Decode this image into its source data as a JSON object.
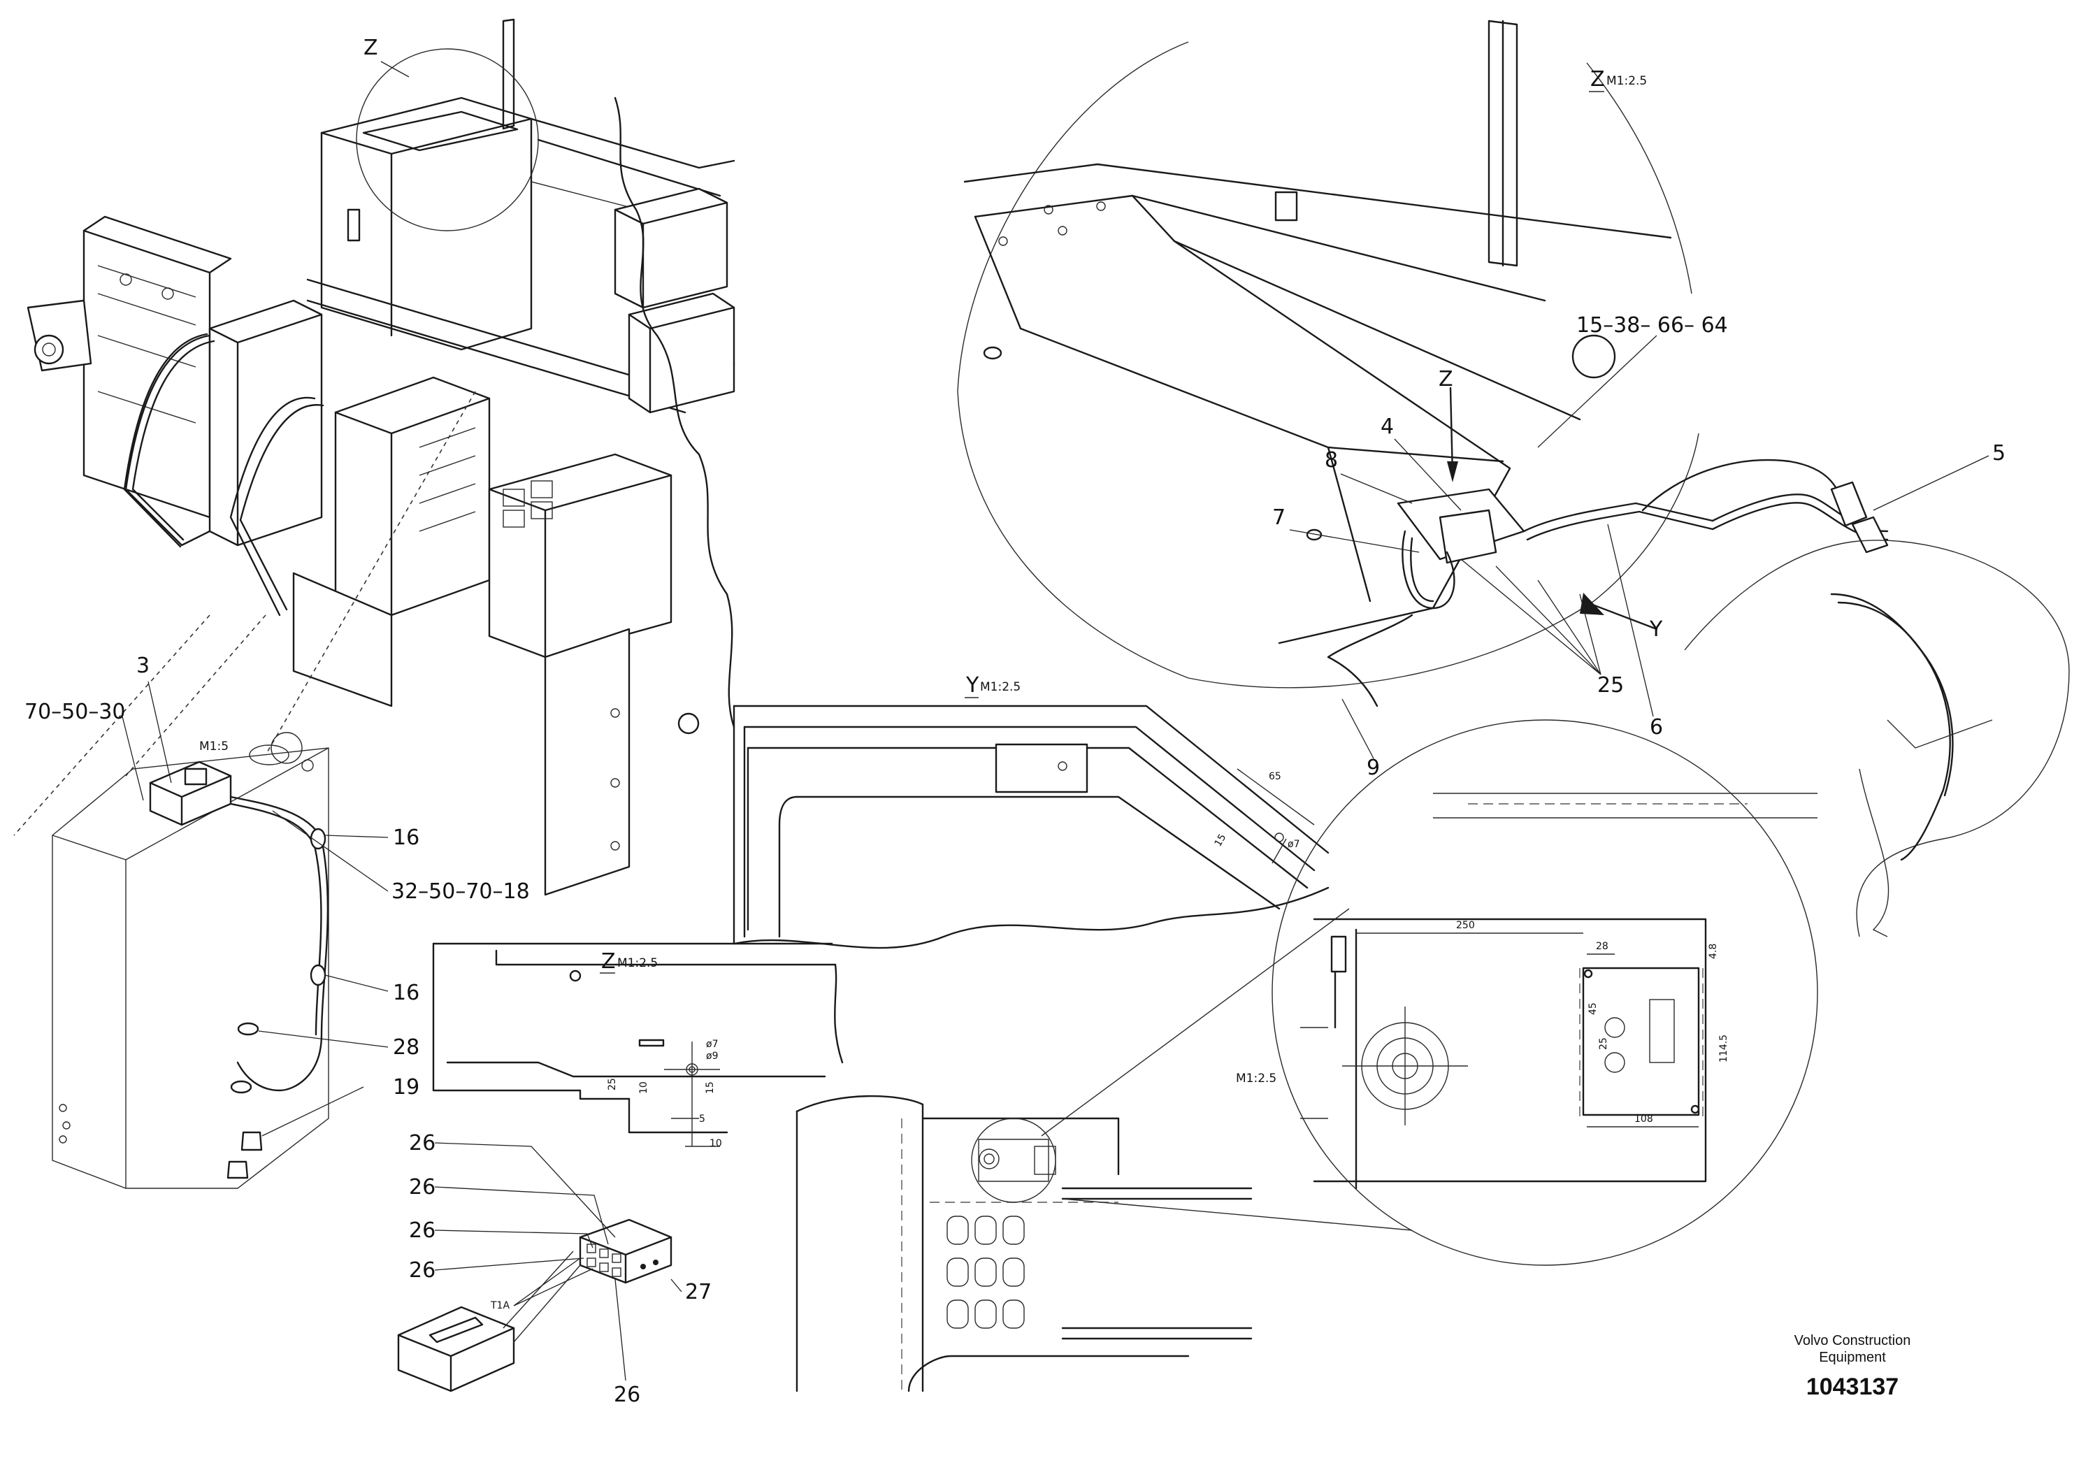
{
  "callouts": {
    "z_top": "Z",
    "c3": "3",
    "c70_50_30": "70–50–30",
    "c16a": "16",
    "c32_50_70_18": "32–50–70–18",
    "c16b": "16",
    "c28": "28",
    "c19": "19",
    "c26a": "26",
    "c26b": "26",
    "c26c": "26",
    "c26d": "26",
    "c27": "27",
    "c26e": "26",
    "t1a": "T1A",
    "c15_38_66_64": "15–38– 66– 64",
    "c5": "5",
    "c4": "4",
    "c8": "8",
    "c7": "7",
    "c25": "25",
    "c6": "6",
    "c9": "9",
    "z_arrow": "Z",
    "y_arrow": "Y"
  },
  "views": {
    "z_detail_big": {
      "letter": "Z",
      "scale": "M1:2.5"
    },
    "y_view": {
      "letter": "Y",
      "scale": "M1:2.5"
    },
    "z_view_small": {
      "letter": "Z",
      "scale": "M1:2.5"
    },
    "m15_box": {
      "scale": "M1:5"
    },
    "round_detail": {
      "scale": "M1:2.5"
    }
  },
  "dimensions": {
    "y65": "65",
    "y15": "15",
    "yd7": "ø7",
    "zd7": "ø7",
    "zd9": "ø9",
    "z25": "25",
    "z10a": "10",
    "z15": "15",
    "z5": "5",
    "z10b": "10",
    "r250": "250",
    "r28": "28",
    "r48": "4.8",
    "r45": "45",
    "r25": "25",
    "r1145": "114.5",
    "r108": "108"
  },
  "title_block": {
    "brand_line1": "Volvo Construction",
    "brand_line2": "Equipment",
    "part_number": "1043137"
  }
}
